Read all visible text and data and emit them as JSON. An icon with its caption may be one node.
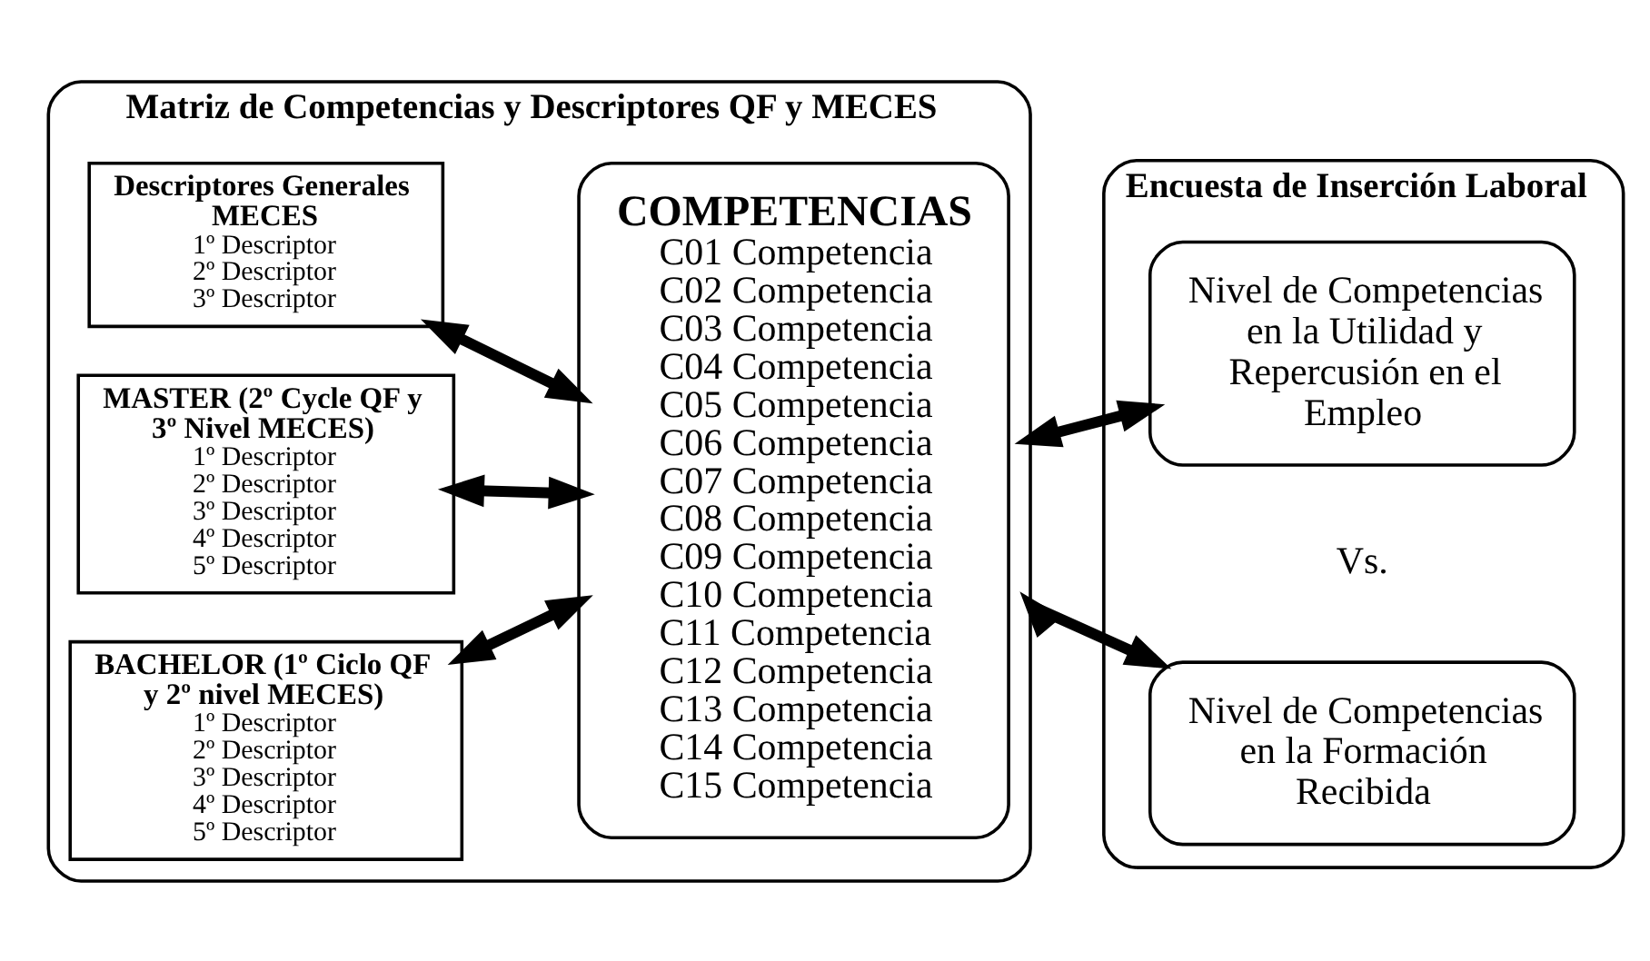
{
  "diagram": {
    "nodes": [
      {
        "text": [
          "Matriz de Competencias y Descriptores QF y MECES"
        ]
      },
      {
        "text": [
          "BACHELOR (1º Ciclo QF y 2º nivel MECES)",
          "1º Descriptor",
          "2º Descriptor",
          "3º Descriptor",
          "4º Descriptor",
          "5º Descriptor"
        ],
        "in": 0
      },
      {
        "text": [
          "MASTER (2º Cycle QF y 3º Nivel MECES)",
          "1º Descriptor",
          "2º Descriptor",
          "3º Descriptor",
          "4º Descriptor",
          "5º Descriptor"
        ],
        "in": 0
      },
      {
        "text": [
          "Descriptores Generales MECES",
          "1º Descriptor",
          "2º Descriptor",
          "3º Descriptor"
        ],
        "in": 0
      },
      {
        "text": [
          "COMPETENCIAS",
          "C01 Competencia",
          "C02 Competencia",
          "C03 Competencia",
          "C04 Competencia",
          "C05 Competencia",
          "C06 Competencia",
          "C07 Competencia",
          "C08 Competencia",
          "C09 Competencia",
          "C10 Competencia",
          "C11 Competencia",
          "C12 Competencia",
          "C13 Competencia",
          "C14 Competencia",
          "C15 Competencia"
        ],
        "in": 0
      },
      {
        "text": [
          "Encuesta de Inserción Laboral"
        ]
      },
      {
        "text": [
          "Nivel de Competencias en la Formación Recibida"
        ],
        "in": 5
      },
      {
        "text": [
          "Nivel de Competencias en la Utilidad y Repercusión en el Empleo"
        ],
        "in": 5
      }
    ],
    "edges": [
      {
        "from": 1,
        "to": 4,
        "arrow": "both"
      },
      {
        "from": 2,
        "to": 4,
        "arrow": "both"
      },
      {
        "from": 3,
        "to": 4,
        "arrow": "both"
      },
      {
        "from": 0,
        "to": 6,
        "arrow": "both"
      },
      {
        "from": 0,
        "to": 7,
        "arrow": "both"
      }
    ],
    "labels": [
      "Vs."
    ]
  }
}
